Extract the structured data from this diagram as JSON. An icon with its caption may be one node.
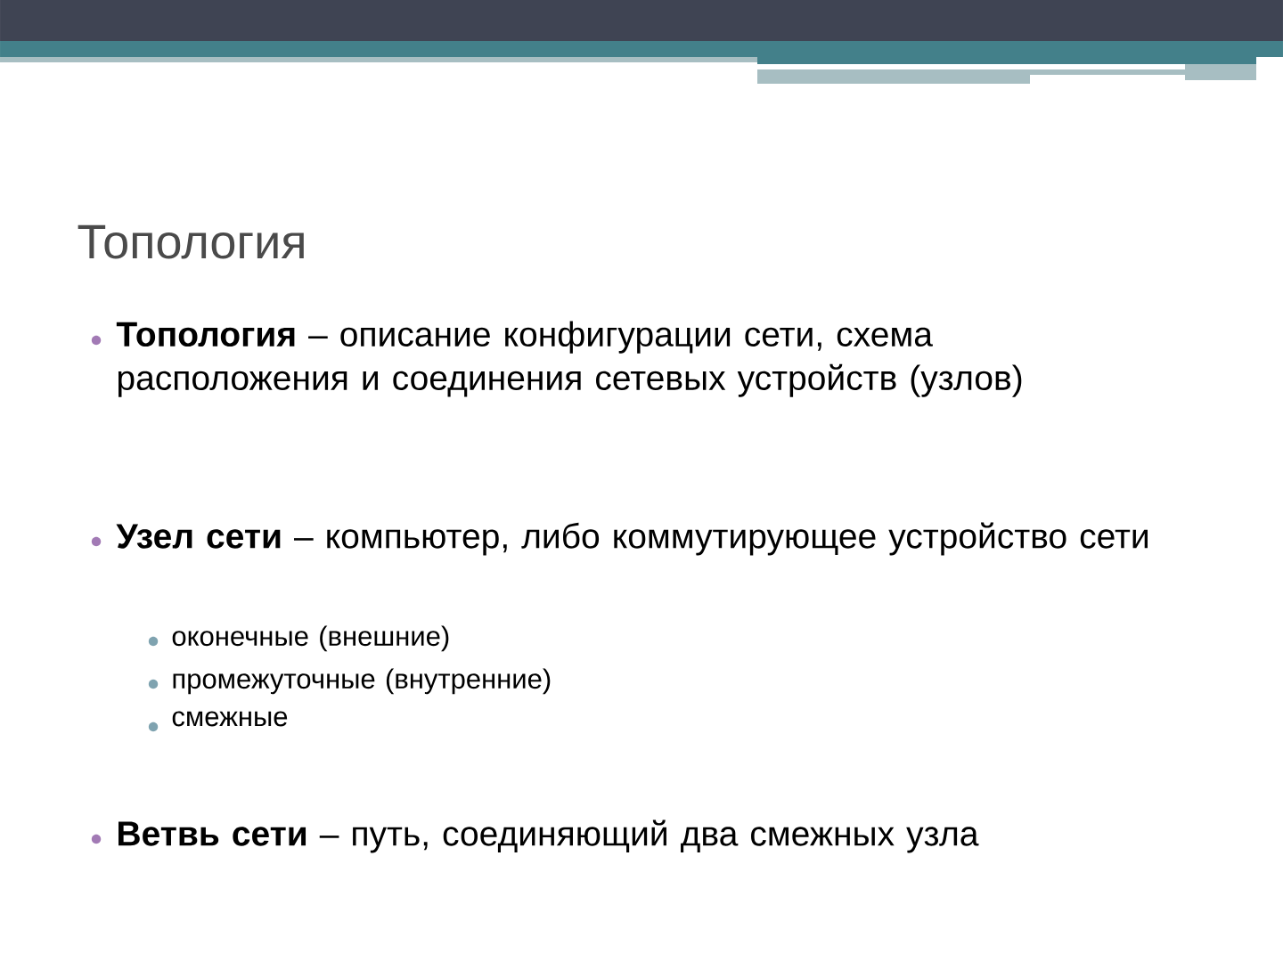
{
  "diagram": {
    "title": "Топология",
    "labels": [
      "**Топология** – описание конфигурации сети, схема расположения и соединения сетевых устройств (узлов)",
      "**Узел сети** – компьютер, либо коммутирующее устройство сети",
      "оконечные (внешние)",
      "промежуточные (внутренние)",
      "смежные",
      "**Ветвь сети** – путь, соединяющий два смежных узла"
    ]
  }
}
